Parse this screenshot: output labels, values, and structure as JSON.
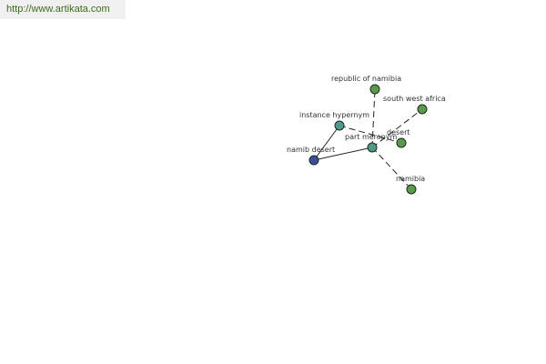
{
  "header": {
    "url": "http://www.artikata.com"
  },
  "colors": {
    "focus": "#3b4e9a",
    "relation": "#4f9a8a",
    "term": "#5a9a4c",
    "banner_text": "#3d6b1f"
  },
  "graph": {
    "nodes": [
      {
        "id": "namib-desert",
        "label": "namib desert",
        "kind": "focus"
      },
      {
        "id": "instance-hypernym",
        "label": "instance hypernym",
        "kind": "relation"
      },
      {
        "id": "part-meronym",
        "label": "part meronym",
        "kind": "relation"
      },
      {
        "id": "desert",
        "label": "desert",
        "kind": "term"
      },
      {
        "id": "republic-of-namibia",
        "label": "republic of namibia",
        "kind": "term"
      },
      {
        "id": "south-west-africa",
        "label": "south west africa",
        "kind": "term"
      },
      {
        "id": "namibia",
        "label": "namibia",
        "kind": "term"
      }
    ],
    "edges": [
      {
        "from": "namib-desert",
        "to": "instance-hypernym",
        "style": "solid"
      },
      {
        "from": "namib-desert",
        "to": "part-meronym",
        "style": "solid"
      },
      {
        "from": "instance-hypernym",
        "to": "desert",
        "style": "dashed"
      },
      {
        "from": "part-meronym",
        "to": "republic-of-namibia",
        "style": "dashed"
      },
      {
        "from": "part-meronym",
        "to": "south-west-africa",
        "style": "dashed"
      },
      {
        "from": "part-meronym",
        "to": "namibia",
        "style": "dashed"
      }
    ]
  }
}
